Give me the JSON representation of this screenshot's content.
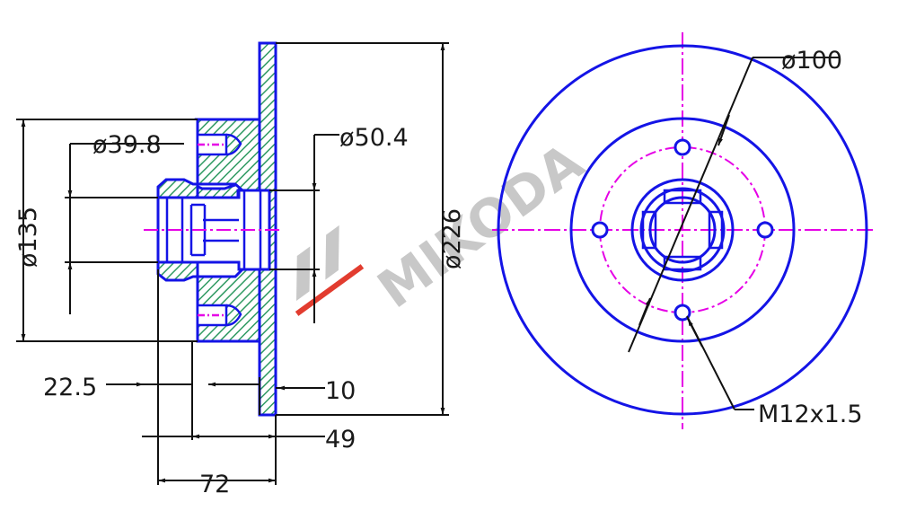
{
  "colors": {
    "outline": "#1414e6",
    "hatch": "#2f9a62",
    "dimension": "#111111",
    "centerline": "#e600e6",
    "watermark": "#c8c8c8",
    "watermark_accent": "#e23c2f"
  },
  "watermark": {
    "text": "MIKODA",
    "logo": "atm-logo-icon"
  },
  "side_view": {
    "dimensions": {
      "d135": "ø135",
      "d39_8": "ø39.8",
      "d50_4": "ø50.4",
      "d226": "ø226",
      "l22_5": "22.5",
      "l10": "10",
      "l49": "49",
      "l72": "72"
    }
  },
  "front_view": {
    "dimensions": {
      "d100": "ø100",
      "thread": "M12x1.5"
    }
  }
}
